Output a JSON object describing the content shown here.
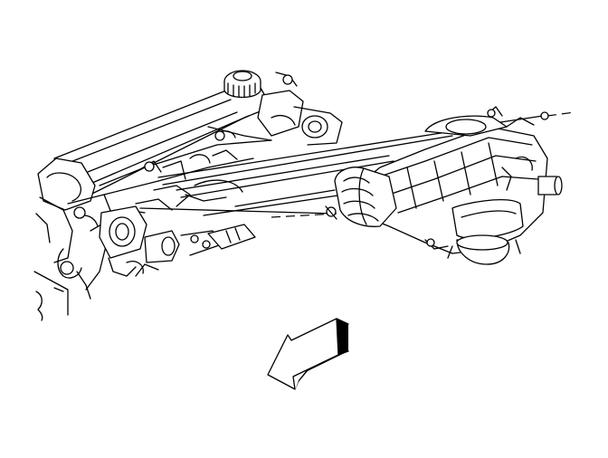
{
  "figure": {
    "background": "#ffffff",
    "line_color": "#000000",
    "parts": [
      "cylinder-head",
      "oil-filler-cap",
      "intake-manifold",
      "intake-plenum",
      "mounting-bolts",
      "throttle-body",
      "alignment-arrow"
    ]
  }
}
